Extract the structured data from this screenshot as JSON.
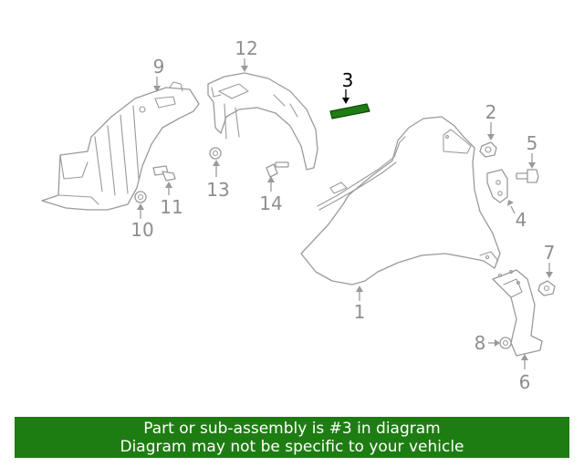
{
  "callouts": {
    "c1": "1",
    "c2": "2",
    "c3": "3",
    "c4": "4",
    "c5": "5",
    "c6": "6",
    "c7": "7",
    "c8": "8",
    "c9": "9",
    "c10": "10",
    "c11": "11",
    "c12": "12",
    "c13": "13",
    "c14": "14"
  },
  "highlight": {
    "part_number": "3",
    "color": "#1e7d12"
  },
  "banner": {
    "line1": "Part or sub-assembly is #3 in diagram",
    "line2": "Diagram may not be specific to your vehicle",
    "background": "#1e7d12"
  }
}
